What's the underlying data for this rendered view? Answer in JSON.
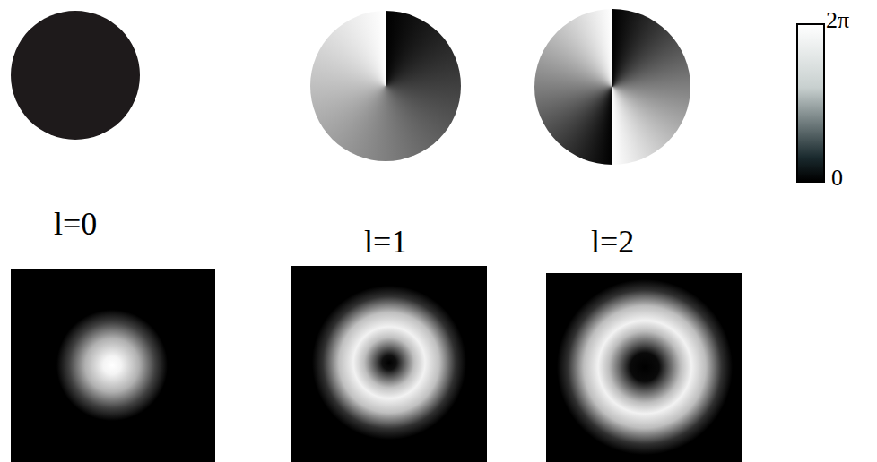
{
  "diagram": {
    "labels": [
      "l=0",
      "l=1",
      "l=2",
      "2π",
      "0"
    ]
  }
}
